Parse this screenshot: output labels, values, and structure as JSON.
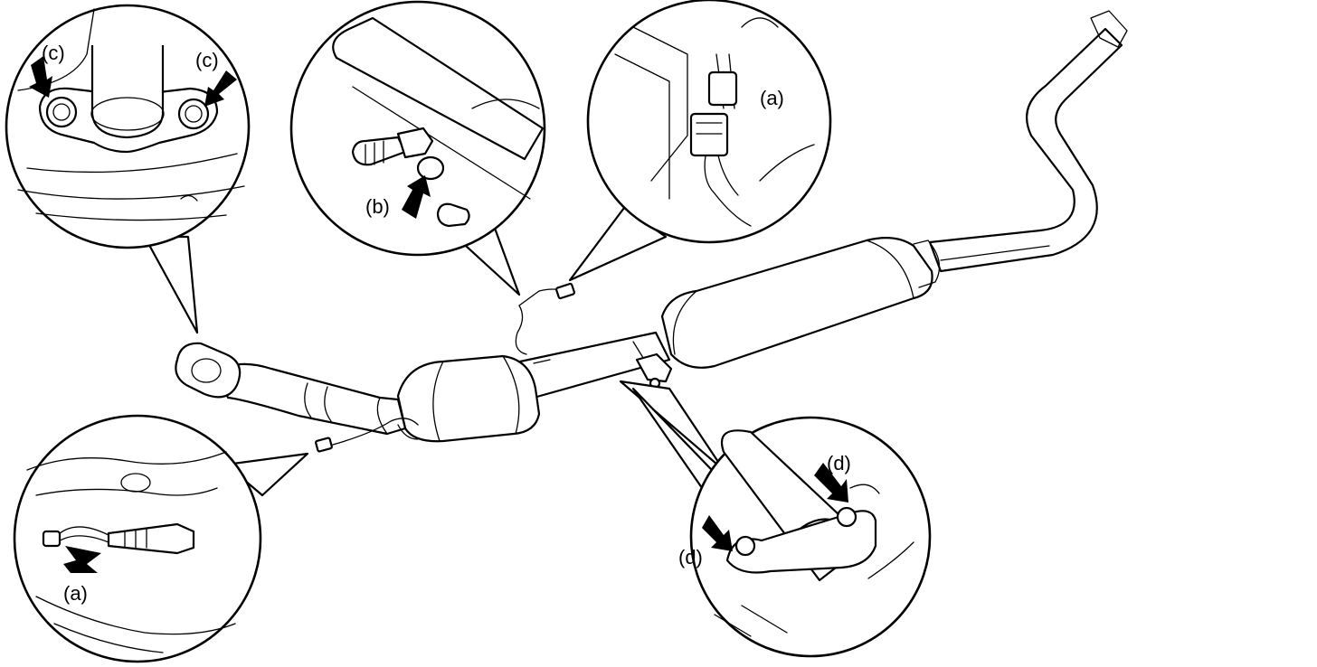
{
  "callouts": {
    "a": "(a)",
    "b": "(b)",
    "c": "(c)",
    "d": "(d)"
  },
  "icons": [
    "pointer-arrow-icon"
  ],
  "colors": {
    "line": "#000000",
    "background": "#ffffff"
  }
}
